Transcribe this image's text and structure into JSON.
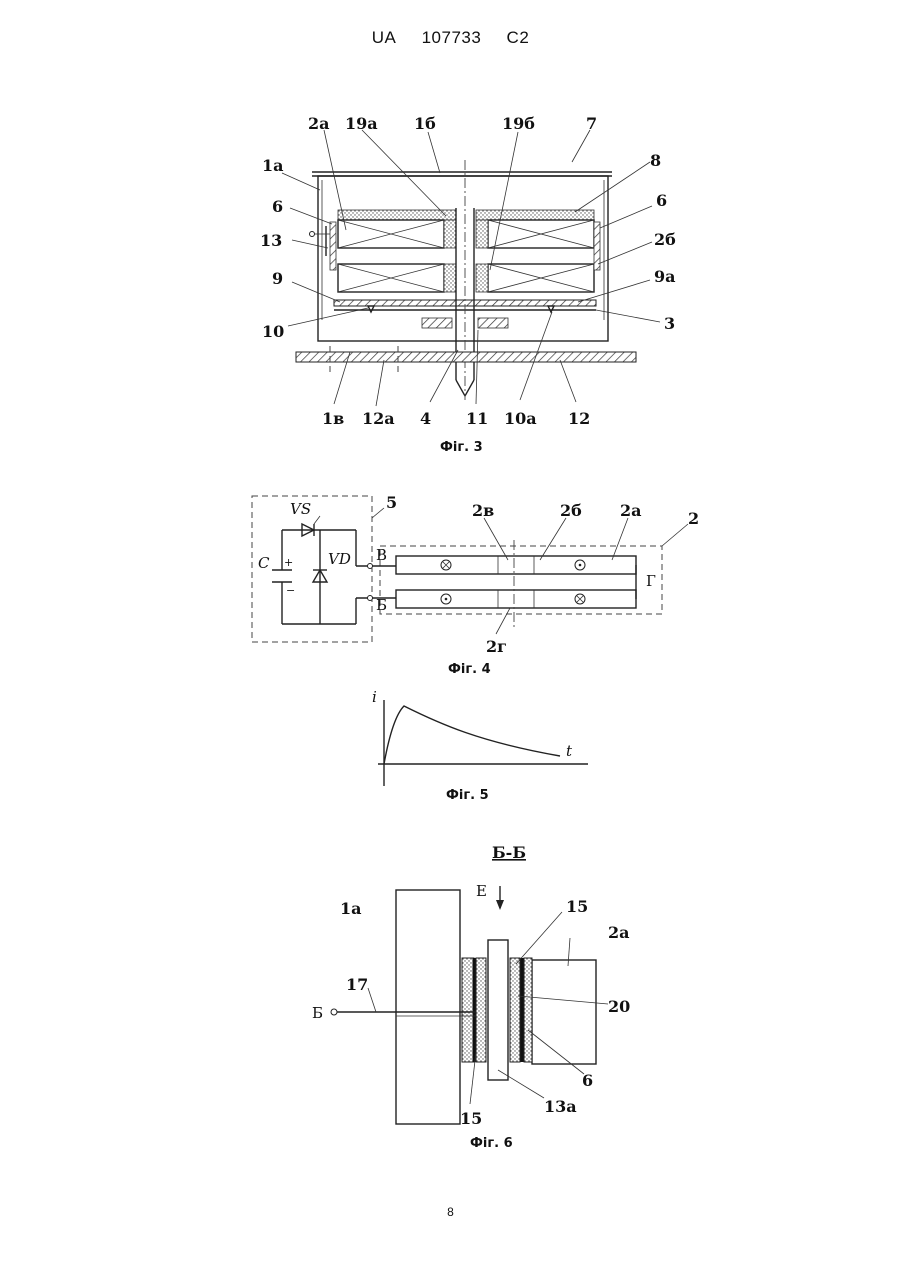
{
  "header": {
    "country": "UA",
    "number": "107733",
    "kind": "C2"
  },
  "page_number": "8",
  "fig3": {
    "caption": "Фіг. 3",
    "labels": {
      "l1a": "1а",
      "l2a": "2а",
      "l19a": "19а",
      "l1b": "1б",
      "l19b": "19б",
      "l7": "7",
      "l8": "8",
      "l6_left": "6",
      "l6_right": "6",
      "l13": "13",
      "l2b": "2б",
      "l9": "9",
      "l9a": "9а",
      "l10": "10",
      "l3": "3",
      "l1v": "1в",
      "l12a": "12а",
      "l4": "4",
      "l11": "11",
      "l10a": "10а",
      "l12": "12"
    }
  },
  "fig4": {
    "caption": "Фіг. 4",
    "labels": {
      "vs": "VS",
      "vd": "VD",
      "c": "C",
      "l5": "5",
      "l2v": "2в",
      "l2b": "2б",
      "l2a": "2а",
      "l2": "2",
      "term_v": "В",
      "term_b": "Б",
      "l_g": "Г",
      "l2g": "2г",
      "plus": "+",
      "minus": "−"
    }
  },
  "fig5": {
    "caption": "Фіг. 5",
    "y_label": "i",
    "x_label": "t"
  },
  "fig6": {
    "caption": "Фіг. 6",
    "section": "Б-Б",
    "labels": {
      "e": "Е",
      "l1a": "1а",
      "l15_top": "15",
      "l2a": "2а",
      "l17": "17",
      "term_b": "Б",
      "l20": "20",
      "l6": "6",
      "l15_bottom": "15",
      "l13a": "13а"
    }
  }
}
